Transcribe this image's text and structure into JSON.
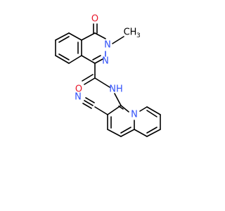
{
  "molecule": {
    "atoms": {
      "carbonyl_o_top": "O",
      "amide_o": "O",
      "n_methyl": "N",
      "methyl": "CH",
      "methyl_sub": "3",
      "n_ring": "N",
      "amide_nh": "NH",
      "nitrile_n": "N",
      "quinoline_n": "N"
    },
    "colors": {
      "oxygen": "#e8192c",
      "nitrogen": "#3050f8",
      "carbon": "#000000"
    }
  }
}
